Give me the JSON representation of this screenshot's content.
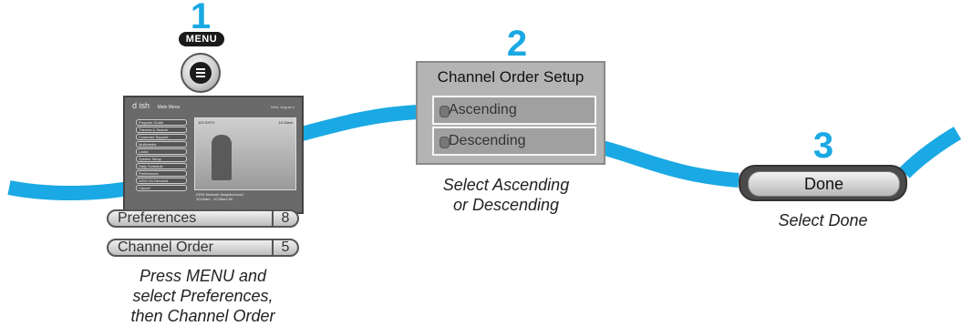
{
  "colors": {
    "wave": "#1aa9e4",
    "step_number": "#1aa9e4"
  },
  "step1": {
    "number": "1",
    "remote_button_label": "MENU",
    "menu_icon": "menu-lines-icon",
    "tv_screen": {
      "logo": "d ish",
      "title": "Main Menu",
      "date": "Wed, August 4",
      "channel": "123 SHTV",
      "time": "10:15am",
      "menu_items": [
        "Program Guide",
        "Themes & Search",
        "Customer Support",
        "Multimedia",
        "Locks",
        "System Setup",
        "Daily Schedule",
        "Preferences",
        "DISH On Demand",
        "Cancel"
      ],
      "program_info": "DISH Network Neighborhood",
      "program_time": "10:00am - 10:30am 60"
    },
    "pill_1": {
      "label": "Preferences",
      "number": "8"
    },
    "pill_2": {
      "label": "Channel Order",
      "number": "5"
    },
    "caption": [
      "Press MENU and",
      "select Preferences,",
      "then Channel Order"
    ]
  },
  "step2": {
    "number": "2",
    "dialog_title": "Channel Order Setup",
    "options": [
      "Ascending",
      "Descending"
    ],
    "caption": [
      "Select Ascending",
      "or Descending"
    ]
  },
  "step3": {
    "number": "3",
    "button_label": "Done",
    "caption": "Select Done"
  }
}
